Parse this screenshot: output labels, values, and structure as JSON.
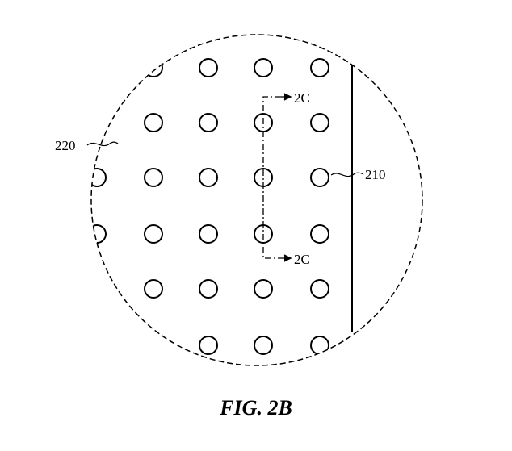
{
  "figure": {
    "caption": "FIG. 2B",
    "labels": {
      "region": "220",
      "edge": "210",
      "section_top": "2C",
      "section_bottom": "2C"
    }
  }
}
